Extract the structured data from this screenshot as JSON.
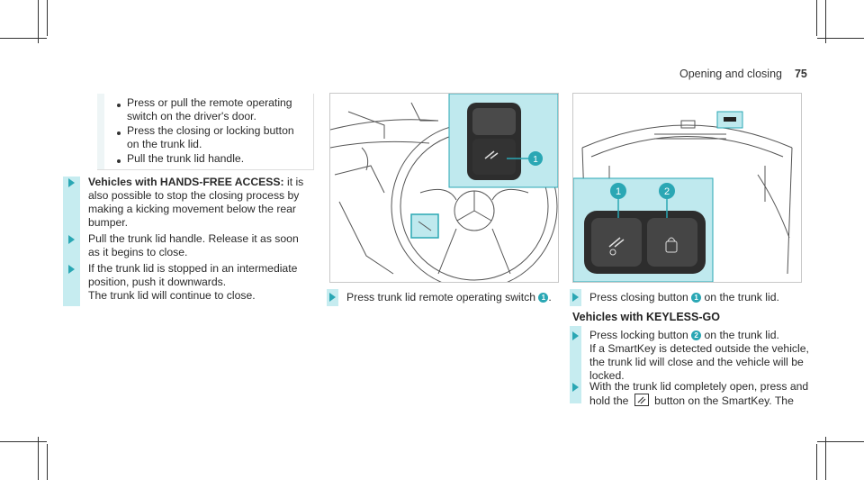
{
  "header": {
    "section": "Opening and closing",
    "page": "75"
  },
  "col1": {
    "list": [
      "Press or pull the remote operating",
      "switch on the driver's door.",
      "Press the closing or locking button",
      "on the trunk lid.",
      "Pull the trunk lid handle."
    ],
    "step1": {
      "title": "Vehicles with HANDS-FREE ACCESS:",
      "rest": " it is",
      "lines": [
        "also possible to stop the closing process by",
        "making a kicking movement below the rear",
        "bumper."
      ]
    },
    "step2": [
      "Pull the trunk lid handle. Release it as soon",
      "as it begins to close."
    ],
    "step3": [
      "If the trunk lid is stopped in an intermediate",
      "position, push it downwards.",
      "The trunk lid will continue to close."
    ]
  },
  "col2": {
    "step": "Press trunk lid remote operating switch",
    "num": "1",
    "end": "."
  },
  "col3": {
    "step1": {
      "pre": "Press closing button",
      "num": "1",
      "post": "on the trunk lid."
    },
    "subhead": "Vehicles with KEYLESS-GO",
    "step2": {
      "pre": "Press locking button",
      "num": "2",
      "post": "on the trunk lid.",
      "lines": [
        "If a SmartKey is detected outside the vehicle,",
        "the trunk lid will close and the vehicle will be",
        "locked."
      ]
    },
    "step3": {
      "line1": "With the trunk lid completely open, press and",
      "pre": "hold the",
      "post": "button on the SmartKey. The"
    }
  },
  "figures": {
    "callout1": "1",
    "callout2": "2"
  },
  "colors": {
    "accent": "#2aa7b4",
    "panel": "#bfe9ee",
    "bar": "#c6ecf0"
  }
}
